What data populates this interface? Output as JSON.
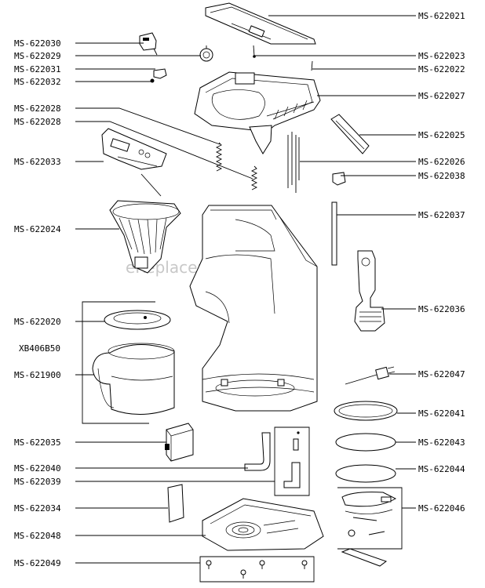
{
  "watermark": "eReplacementParts.com",
  "left_labels": [
    "MS-622030",
    "MS-622029",
    "MS-622031",
    "MS-622032",
    "MS-622028",
    "MS-622028",
    "MS-622033",
    "MS-622024",
    "MS-622020",
    "XB406B50",
    "MS-621900",
    "MS-622035",
    "MS-622040",
    "MS-622039",
    "MS-622034",
    "MS-622048",
    "MS-622049"
  ],
  "right_labels": [
    "MS-622021",
    "MS-622023",
    "MS-622022",
    "MS-622027",
    "MS-622025",
    "MS-622026",
    "MS-622038",
    "MS-622037",
    "MS-622036",
    "MS-622047",
    "MS-622041",
    "MS-622043",
    "MS-622044",
    "MS-622046"
  ]
}
